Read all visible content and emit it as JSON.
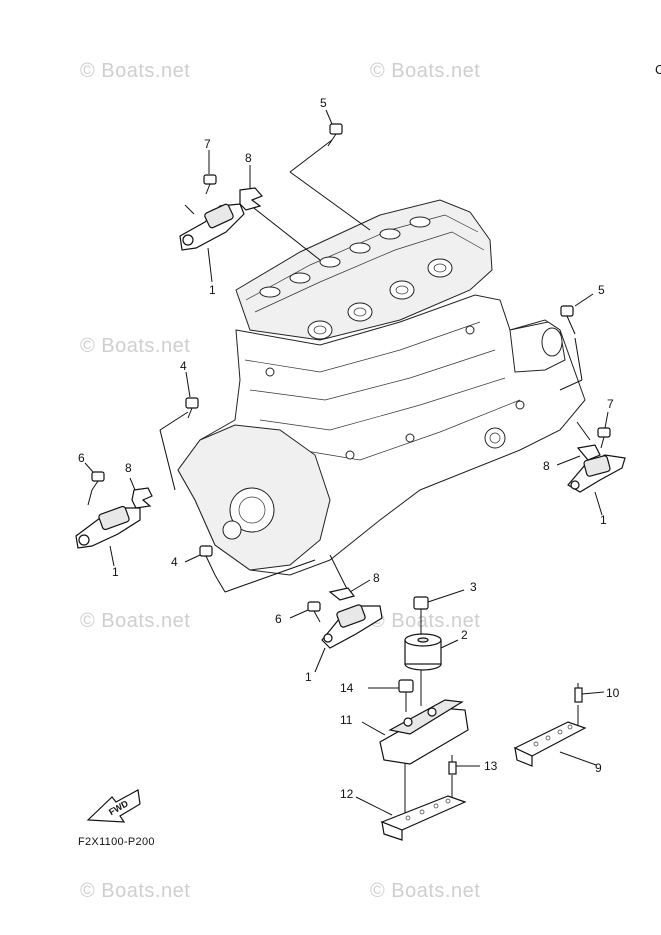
{
  "watermark": "© Boats.net",
  "diagram_code": "F2X1100-P200",
  "fwd_label": "FWD",
  "edge_mark": "C",
  "callouts": {
    "c5a": "5",
    "c7a": "7",
    "c8a": "8",
    "c1a": "1",
    "c5b": "5",
    "c4a": "4",
    "c7b": "7",
    "c6a": "6",
    "c8b": "8",
    "c8c": "8",
    "c1b": "1",
    "c1c": "1",
    "c4b": "4",
    "c8d": "8",
    "c3": "3",
    "c6b": "6",
    "c2": "2",
    "c1d": "1",
    "c14": "14",
    "c10": "10",
    "c11": "11",
    "c13": "13",
    "c9": "9",
    "c12": "12"
  },
  "colors": {
    "line": "#111111",
    "watermark": "#cfcfcf",
    "background": "#ffffff"
  }
}
